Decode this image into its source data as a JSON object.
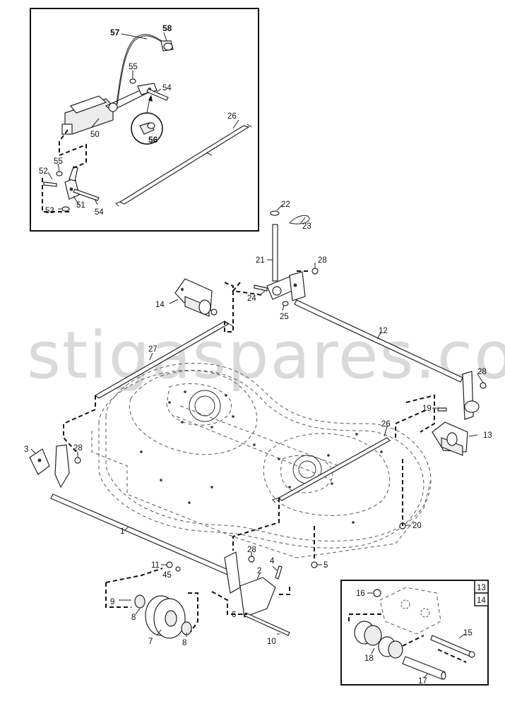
{
  "watermark": "stigaspares.co.uk",
  "inset_top": {
    "labels": {
      "p57": "57",
      "p58": "58",
      "p55a": "55",
      "p54a": "54",
      "p50": "50",
      "p56": "56",
      "p26": "26",
      "p52": "52",
      "p55b": "55",
      "p53": "53",
      "p51": "51",
      "p54b": "54"
    }
  },
  "main": {
    "labels": {
      "p22": "22",
      "p23": "23",
      "p21": "21",
      "p28a": "28",
      "p24": "24",
      "p25": "25",
      "p14": "14",
      "p12": "12",
      "p27": "27",
      "p28b": "28",
      "p19": "19",
      "p13": "13",
      "p26": "26",
      "p3": "3",
      "p28c": "28",
      "p20": "20",
      "p1": "1",
      "p28d": "28",
      "p4": "4",
      "p5": "5",
      "p2": "2",
      "p11": "11",
      "p45": "45",
      "p9": "9",
      "p8a": "8",
      "p6": "6",
      "p7": "7",
      "p8b": "8",
      "p10": "10"
    }
  },
  "inset_bottom": {
    "header": [
      "13",
      "14"
    ],
    "labels": {
      "p16": "16",
      "p15": "15",
      "p18": "18",
      "p17": "17"
    }
  }
}
